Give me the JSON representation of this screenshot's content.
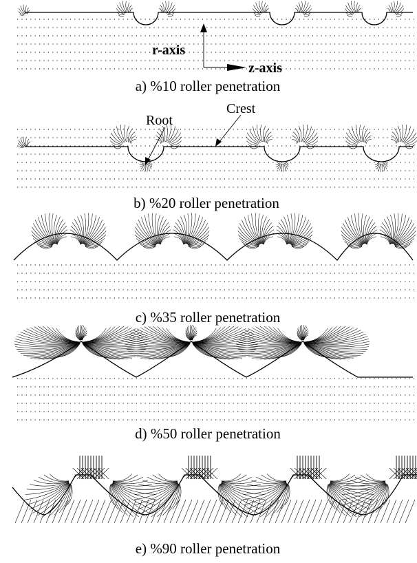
{
  "figure": {
    "axes": {
      "r_label": "r-axis",
      "z_label": "z-axis"
    },
    "annotations": {
      "root": "Root",
      "crest": "Crest"
    },
    "panels": [
      {
        "id": "a",
        "caption": "a)  %10 roller penetration",
        "penetration_percent": 10
      },
      {
        "id": "b",
        "caption": "b) %20 roller penetration",
        "penetration_percent": 20
      },
      {
        "id": "c",
        "caption": "c)  %35 roller penetration",
        "penetration_percent": 35
      },
      {
        "id": "d",
        "caption": "d) %50 roller penetration",
        "penetration_percent": 50
      },
      {
        "id": "e",
        "caption": "e) %90 roller penetration",
        "penetration_percent": 90
      }
    ]
  }
}
